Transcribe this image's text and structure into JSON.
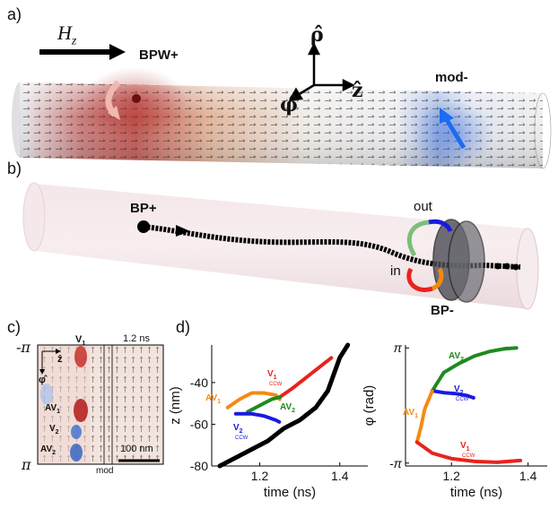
{
  "panel_a": {
    "label": "a)",
    "field_label": "H",
    "field_sub": "z",
    "bpw_label": "BPW+",
    "mod_label": "mod-",
    "rho": "ρ̂",
    "phi": "φ̂",
    "zhat": "ẑ"
  },
  "panel_b": {
    "label": "b)",
    "bp_plus": "BP+",
    "bp_minus": "BP-",
    "out": "out",
    "in": "in"
  },
  "panel_c": {
    "label": "c)",
    "time": "1.2 ns",
    "top_tick": "-π",
    "bottom_tick": "π",
    "phi_axis": "φ̂",
    "z_axis": "ẑ",
    "v1": "V",
    "v1_sub": "1",
    "av1": "AV",
    "av1_sub": "1",
    "v2": "V",
    "v2_sub": "2",
    "av2": "AV",
    "av2_sub": "2",
    "scale": "100 nm",
    "mod": "mod"
  },
  "panel_d": {
    "label": "d)",
    "left_ylabel": "z (nm)",
    "right_ylabel": "φ (rad)",
    "xlabel": "time (ns)",
    "ccw": "CCW",
    "V": "V",
    "AV": "AV",
    "s1": "1",
    "s2": "2",
    "neg_pi": "-π",
    "pi": "π"
  },
  "chart_data": [
    {
      "type": "scatter",
      "xlabel": "time (ns)",
      "ylabel": "z (nm)",
      "xticks": [
        "1.2",
        "1.4"
      ],
      "yticks": [
        "-40",
        "-60",
        "-80"
      ],
      "xlim": [
        1.08,
        1.47
      ],
      "ylim": [
        -80,
        -22
      ],
      "colors": {
        "core": "#000000",
        "V1": "#e8231d",
        "V2": "#1a1ae0",
        "AV1": "#f58a12",
        "AV2": "#1e8a1e"
      },
      "series": [
        {
          "name": "core",
          "x": [
            1.1,
            1.14,
            1.18,
            1.22,
            1.26,
            1.3,
            1.34,
            1.37,
            1.385,
            1.4,
            1.42
          ],
          "y": [
            -80,
            -76,
            -72,
            -68,
            -62,
            -58,
            -52,
            -44,
            -36,
            -28,
            -22
          ]
        },
        {
          "name": "V1 CCW",
          "x": [
            1.25,
            1.28,
            1.3,
            1.32,
            1.34,
            1.36,
            1.38
          ],
          "y": [
            -47,
            -43,
            -40,
            -37,
            -34,
            -31,
            -28
          ]
        },
        {
          "name": "AV1",
          "x": [
            1.12,
            1.15,
            1.18,
            1.21,
            1.24,
            1.25
          ],
          "y": [
            -52,
            -48,
            -45,
            -45,
            -46,
            -48
          ]
        },
        {
          "name": "AV2",
          "x": [
            1.17,
            1.2,
            1.23,
            1.25
          ],
          "y": [
            -54,
            -51,
            -48,
            -47
          ]
        },
        {
          "name": "V2 CCW",
          "x": [
            1.14,
            1.18,
            1.21,
            1.24,
            1.25
          ],
          "y": [
            -55,
            -55,
            -56,
            -58,
            -59
          ]
        }
      ]
    },
    {
      "type": "scatter",
      "xlabel": "time (ns)",
      "ylabel": "φ (rad)",
      "xticks": [
        "1.2",
        "1.4"
      ],
      "yticks": [
        "π",
        "-π"
      ],
      "xlim": [
        1.08,
        1.45
      ],
      "ylim": [
        -3.3,
        3.3
      ],
      "series": [
        {
          "name": "AV2",
          "x": [
            1.15,
            1.18,
            1.22,
            1.26,
            1.3,
            1.34,
            1.37
          ],
          "y": [
            0.8,
            1.8,
            2.3,
            2.7,
            2.95,
            3.1,
            3.14
          ]
        },
        {
          "name": "V2 CCW",
          "x": [
            1.15,
            1.18,
            1.21,
            1.24,
            1.26
          ],
          "y": [
            0.8,
            0.7,
            0.65,
            0.55,
            0.4
          ]
        },
        {
          "name": "AV1",
          "x": [
            1.11,
            1.12,
            1.13,
            1.15
          ],
          "y": [
            -2.0,
            -1.2,
            -0.2,
            0.8
          ]
        },
        {
          "name": "V1 CCW",
          "x": [
            1.11,
            1.15,
            1.2,
            1.26,
            1.32,
            1.38
          ],
          "y": [
            -2.0,
            -2.6,
            -2.9,
            -3.05,
            -3.1,
            -3.0
          ]
        }
      ]
    }
  ]
}
